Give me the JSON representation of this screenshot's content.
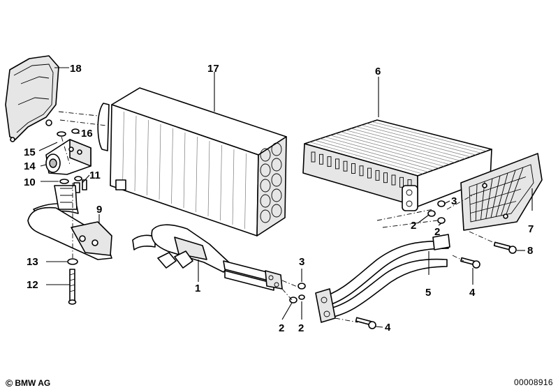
{
  "diagram": {
    "callouts": [
      {
        "id": "18",
        "label": "18"
      },
      {
        "id": "17",
        "label": "17"
      },
      {
        "id": "6",
        "label": "6"
      },
      {
        "id": "16",
        "label": "16"
      },
      {
        "id": "15",
        "label": "15"
      },
      {
        "id": "14",
        "label": "14"
      },
      {
        "id": "11",
        "label": "11"
      },
      {
        "id": "10",
        "label": "10"
      },
      {
        "id": "9",
        "label": "9"
      },
      {
        "id": "3a",
        "label": "3"
      },
      {
        "id": "2a",
        "label": "2"
      },
      {
        "id": "2b",
        "label": "2"
      },
      {
        "id": "7",
        "label": "7"
      },
      {
        "id": "8",
        "label": "8"
      },
      {
        "id": "13",
        "label": "13"
      },
      {
        "id": "12",
        "label": "12"
      },
      {
        "id": "1",
        "label": "1"
      },
      {
        "id": "3b",
        "label": "3"
      },
      {
        "id": "5",
        "label": "5"
      },
      {
        "id": "4a",
        "label": "4"
      },
      {
        "id": "2c",
        "label": "2"
      },
      {
        "id": "2d",
        "label": "2"
      },
      {
        "id": "4b",
        "label": "4"
      }
    ]
  },
  "footer": {
    "copyright_symbol": "©",
    "copyright_text": "BMW AG",
    "document_number": "00008916"
  }
}
